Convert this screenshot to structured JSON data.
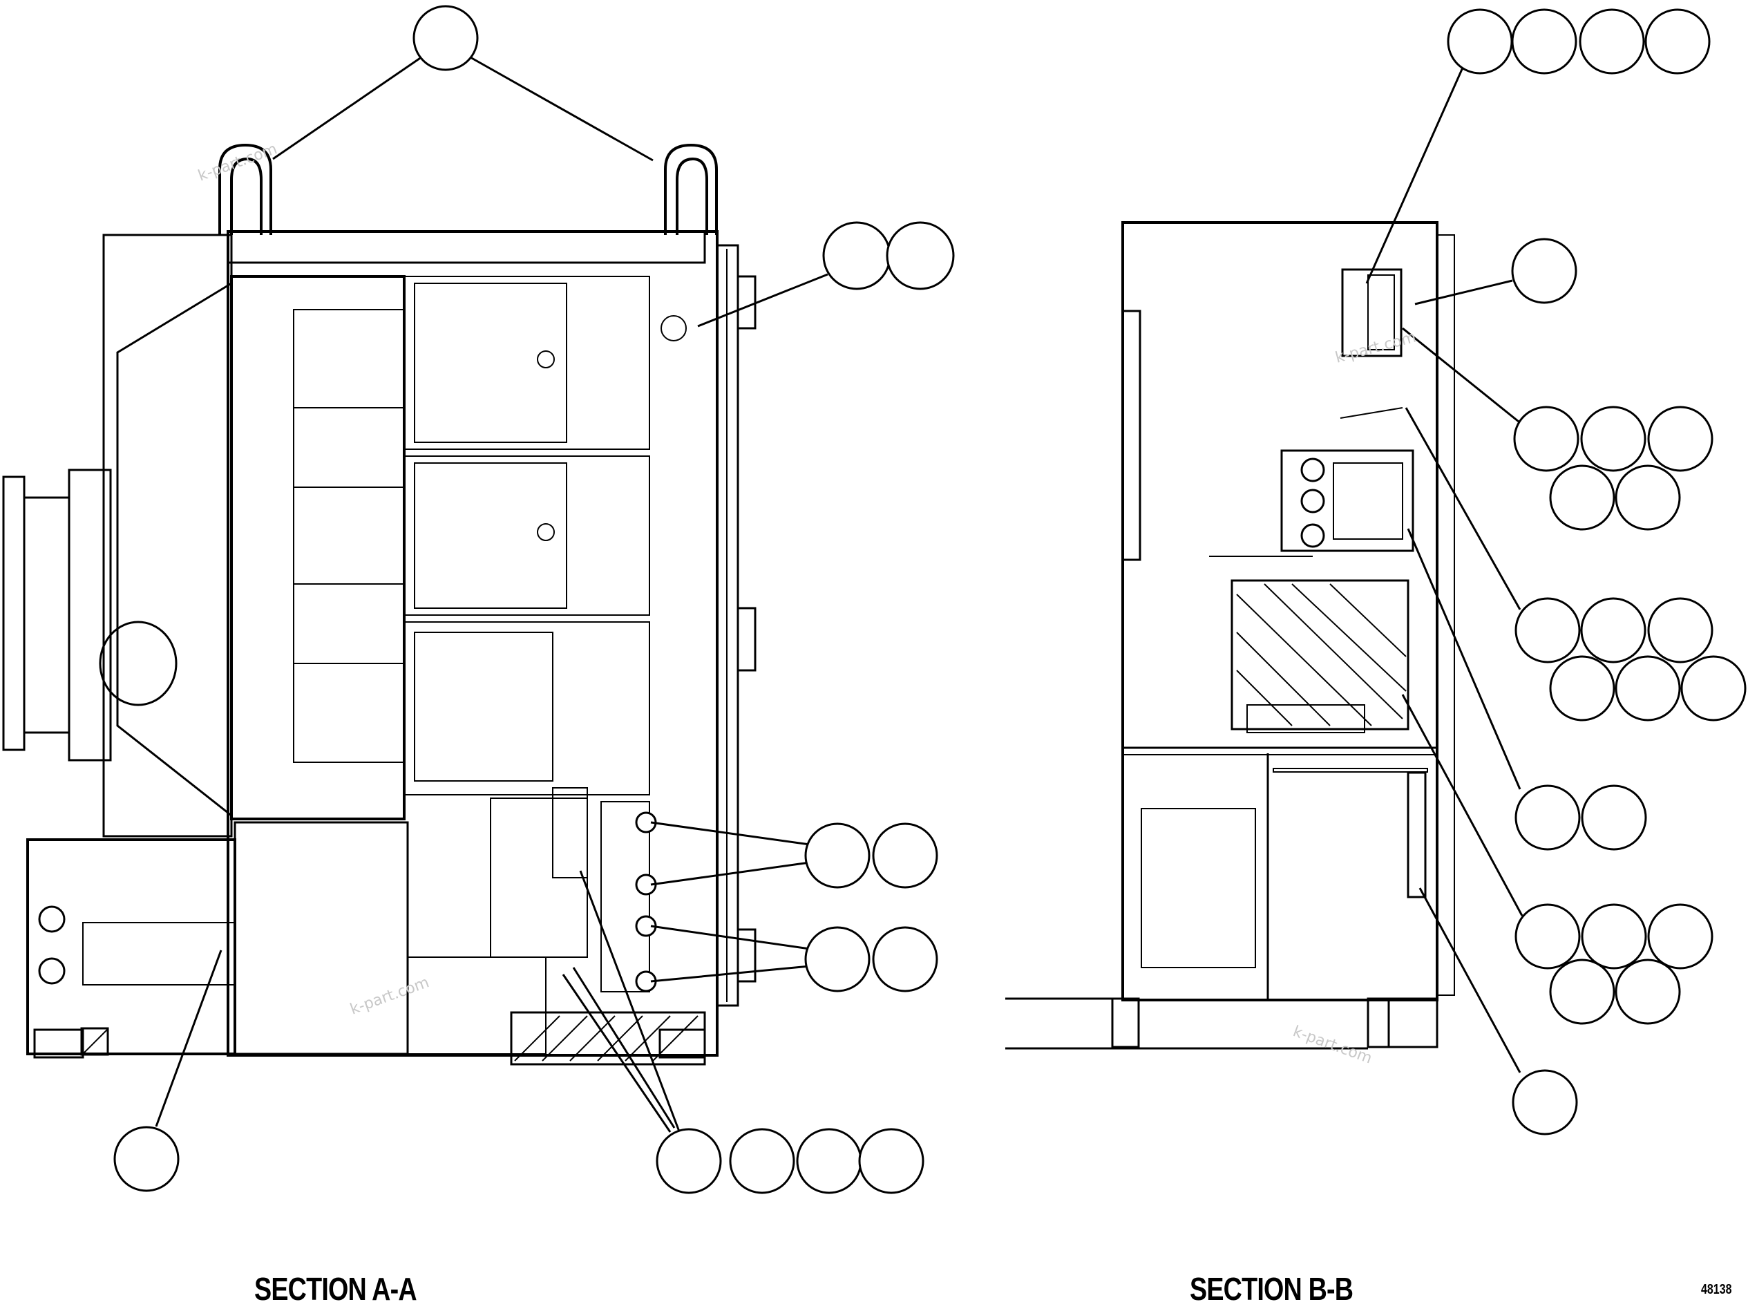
{
  "sections": {
    "a": {
      "caption": "SECTION A-A"
    },
    "b": {
      "caption": "SECTION B-B"
    }
  },
  "drawing_number": "48138",
  "watermark": "k-part.com",
  "colors": {
    "line": "#000000",
    "background": "#ffffff",
    "watermark": "#c8c8c8"
  }
}
